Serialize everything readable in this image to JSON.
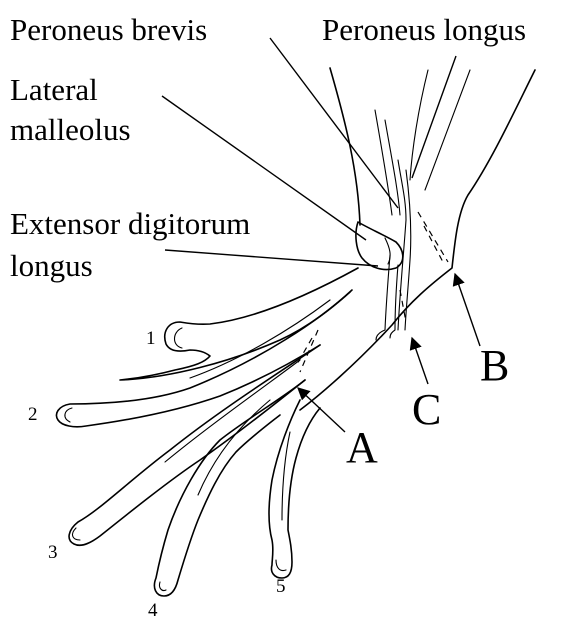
{
  "labels": {
    "peroneus_brevis": "Peroneus brevis",
    "peroneus_longus": "Peroneus longus",
    "lateral_malleolus_line1": "Lateral",
    "lateral_malleolus_line2": "malleolus",
    "extensor_line1": "Extensor digitorum",
    "extensor_line2": "longus",
    "point_a": "A",
    "point_b": "B",
    "point_c": "C"
  },
  "digits": [
    "1",
    "2",
    "3",
    "4",
    "5"
  ]
}
